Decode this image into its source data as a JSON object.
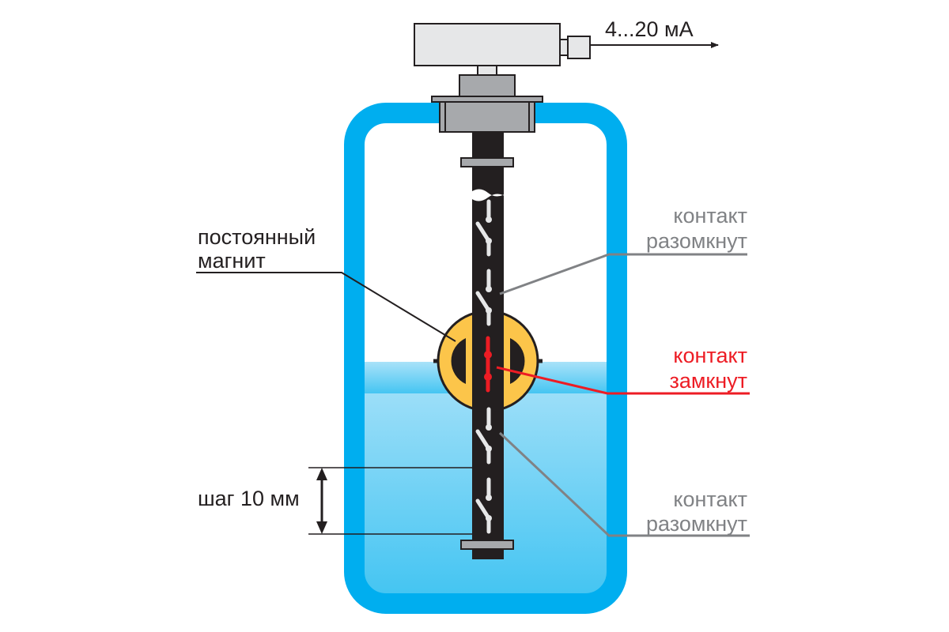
{
  "output_signal": "4...20 мА",
  "labels": {
    "magnet_line1": "постоянный",
    "magnet_line2": "магнит",
    "open_top_line1": "контакт",
    "open_top_line2": "разомкнут",
    "closed_line1": "контакт",
    "closed_line2": "замкнут",
    "open_bottom_line1": "контакт",
    "open_bottom_line2": "разомкнут",
    "step": "шаг 10 мм"
  },
  "colors": {
    "tank": "#00aeef",
    "float": "#fcc54a",
    "closed": "#ed1c24",
    "open": "#808285",
    "rod": "#231f20"
  }
}
